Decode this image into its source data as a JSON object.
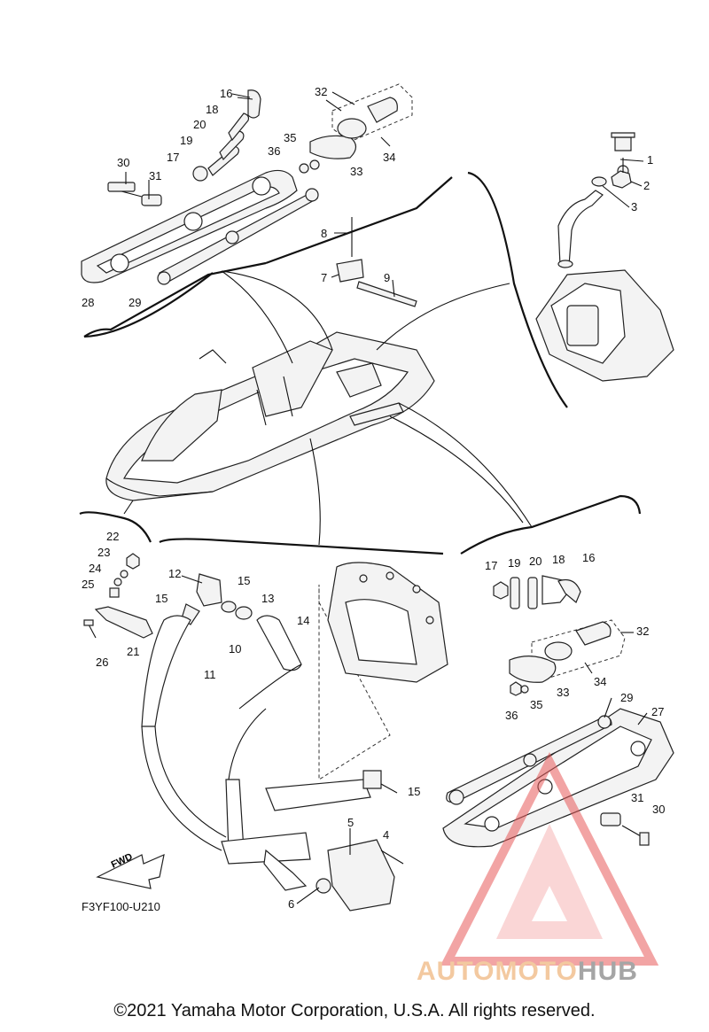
{
  "figure_code": "F3YF100-U210",
  "copyright": "©2021 Yamaha Motor Corporation, U.S.A. All rights reserved.",
  "watermark": {
    "part1": "AUTOMOTO",
    "part2": "HUB",
    "color1": "#f3c9a0",
    "color2": "#a5a5a5",
    "logo_color": "#e85a5a"
  },
  "fwd_label": "FWD",
  "callouts": {
    "c16a": "16",
    "c18a": "18",
    "c20a": "20",
    "c19a": "19",
    "c17a": "17",
    "c30a": "30",
    "c31a": "31",
    "c28": "28",
    "c29a": "29",
    "c32a": "32",
    "c35a": "35",
    "c36a": "36",
    "c33a": "33",
    "c34a": "34",
    "c8": "8",
    "c7": "7",
    "c9": "9",
    "c1": "1",
    "c2": "2",
    "c3": "3",
    "c22": "22",
    "c23": "23",
    "c24": "24",
    "c25": "25",
    "c26": "26",
    "c21": "21",
    "c12": "12",
    "c15a": "15",
    "c15b": "15",
    "c13": "13",
    "c14": "14",
    "c10": "10",
    "c11": "11",
    "c15c": "15",
    "c5": "5",
    "c4": "4",
    "c6": "6",
    "c17b": "17",
    "c19b": "19",
    "c20b": "20",
    "c18b": "18",
    "c16b": "16",
    "c32b": "32",
    "c33b": "33",
    "c34b": "34",
    "c35b": "35",
    "c36b": "36",
    "c29b": "29",
    "c27": "27",
    "c31b": "31",
    "c30b": "30"
  }
}
